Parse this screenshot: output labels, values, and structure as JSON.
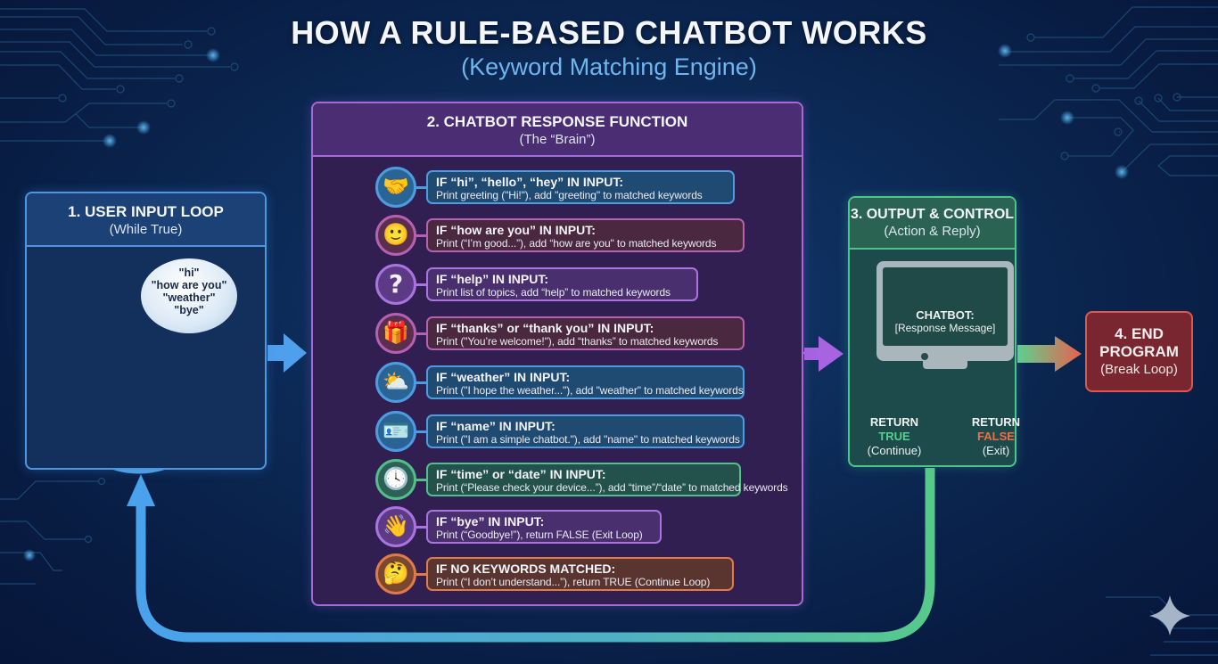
{
  "title": "HOW A RULE-BASED CHATBOT WORKS",
  "subtitle": "(Keyword Matching Engine)",
  "colors": {
    "background": "#0b2656",
    "panel_input": "#4d97df",
    "panel_brain": "#a46ad8",
    "panel_output": "#4fc48a",
    "panel_end": "#e0574f",
    "true_color": "#57d08e",
    "false_color": "#ef6d4a"
  },
  "panels": {
    "input_loop": {
      "title": "1. USER INPUT LOOP",
      "subtitle": "(While True)",
      "icon": "user-icon",
      "bubble_lines": [
        "\"hi\"",
        "\"how are you\"",
        "\"weather\"",
        "\"bye\""
      ]
    },
    "response_function": {
      "title": "2. CHATBOT RESPONSE FUNCTION",
      "subtitle": "(The “Brain”)",
      "rules": [
        {
          "icon": "handshake-icon",
          "glyph": "🤝",
          "theme": "blue",
          "condition": "IF “hi”, “hello”, “hey” IN INPUT:",
          "action": "Print greeting (\"Hi!\"), add \"greeting\" to matched keywords"
        },
        {
          "icon": "smiley-icon",
          "glyph": "🙂",
          "theme": "maroon",
          "condition": "IF “how are you” IN INPUT:",
          "action": "Print (“I’m good...”), add “how are you\" to matched keywords"
        },
        {
          "icon": "question-mark-icon",
          "glyph": "?",
          "theme": "purple",
          "condition": "IF “help” IN INPUT:",
          "action": "Print list of topics, add “help” to matched keywords"
        },
        {
          "icon": "gift-icon",
          "glyph": "🎁",
          "theme": "maroon",
          "condition": "IF “thanks” or “thank you” IN INPUT:",
          "action": "Print (\"You’re welcome!\"), add “thanks” to matched keywords"
        },
        {
          "icon": "weather-icon",
          "glyph": "⛅",
          "theme": "blue",
          "condition": "IF “weather” IN INPUT:",
          "action": "Print (\"I hope the weather...\"), add \"weather\" to matched keywords"
        },
        {
          "icon": "id-badge-icon",
          "glyph": "🪪",
          "theme": "blue",
          "condition": "IF “name” IN INPUT:",
          "action": "Print (\"I am a simple chatbot.\"), add \"name\" to matched keywords"
        },
        {
          "icon": "clock-icon",
          "glyph": "🕓",
          "theme": "green",
          "condition": "IF “time” or “date” IN INPUT:",
          "action": "Print (“Please check your device...”), add “time”/“date” to matched keywords"
        },
        {
          "icon": "waving-hand-icon",
          "glyph": "👋",
          "theme": "purple",
          "condition": "IF “bye” IN INPUT:",
          "action": "Print (“Goodbye!”), return FALSE (Exit Loop)"
        },
        {
          "icon": "thinking-face-icon",
          "glyph": "🤔",
          "theme": "orange",
          "condition": "IF NO KEYWORDS MATCHED:",
          "action": "Print (“I don’t understand...”), return TRUE (Continue Loop)"
        }
      ]
    },
    "output_control": {
      "title": "3. OUTPUT & CONTROL",
      "subtitle": "(Action & Reply)",
      "icon": "speaker-icon",
      "screen_title": "CHATBOT:",
      "screen_message": "[Response Message]",
      "return_true": {
        "label": "RETURN",
        "value": "TRUE",
        "note": "(Continue)"
      },
      "return_false": {
        "label": "RETURN",
        "value": "FALSE",
        "note": "(Exit)"
      }
    },
    "end_program": {
      "title_line1": "4. END",
      "title_line2": "PROGRAM",
      "subtitle": "(Break Loop)"
    }
  }
}
